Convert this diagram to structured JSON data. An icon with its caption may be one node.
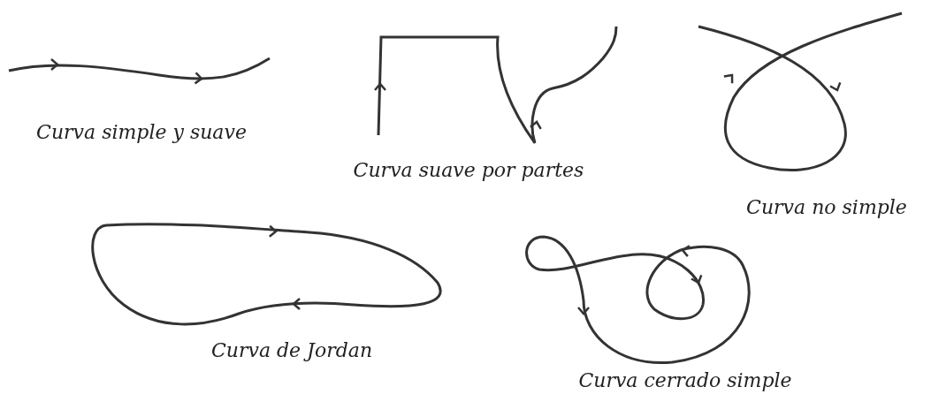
{
  "diagram": {
    "labels": [
      "Curva simple y suave",
      "Curva suave por partes",
      "Curva no simple",
      "Curva de Jordan",
      "Curva cerrado simple"
    ]
  }
}
